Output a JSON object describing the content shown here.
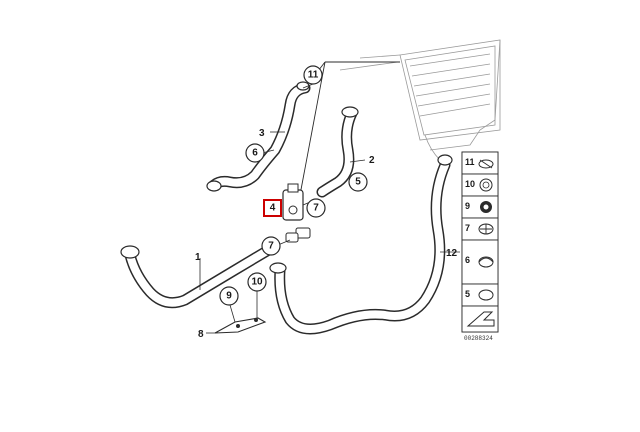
{
  "diagram": {
    "highlight_color": "#cc0000",
    "line_color": "#2b2b2b",
    "callouts": [
      {
        "id": "c11",
        "label": "11"
      },
      {
        "id": "c6",
        "label": "6"
      },
      {
        "id": "c5",
        "label": "5"
      },
      {
        "id": "c7a",
        "label": "7"
      },
      {
        "id": "c7b",
        "label": "7"
      },
      {
        "id": "c9",
        "label": "9"
      },
      {
        "id": "c10",
        "label": "10"
      }
    ],
    "labels": [
      {
        "id": "l3",
        "label": "3"
      },
      {
        "id": "l2",
        "label": "2"
      },
      {
        "id": "l1",
        "label": "1"
      },
      {
        "id": "l12",
        "label": "12"
      },
      {
        "id": "l8",
        "label": "8"
      }
    ],
    "highlighted_part": "4",
    "legend": {
      "items": [
        "11",
        "10",
        "9",
        "7",
        "6",
        "5"
      ]
    },
    "reference_code": "00288324"
  }
}
